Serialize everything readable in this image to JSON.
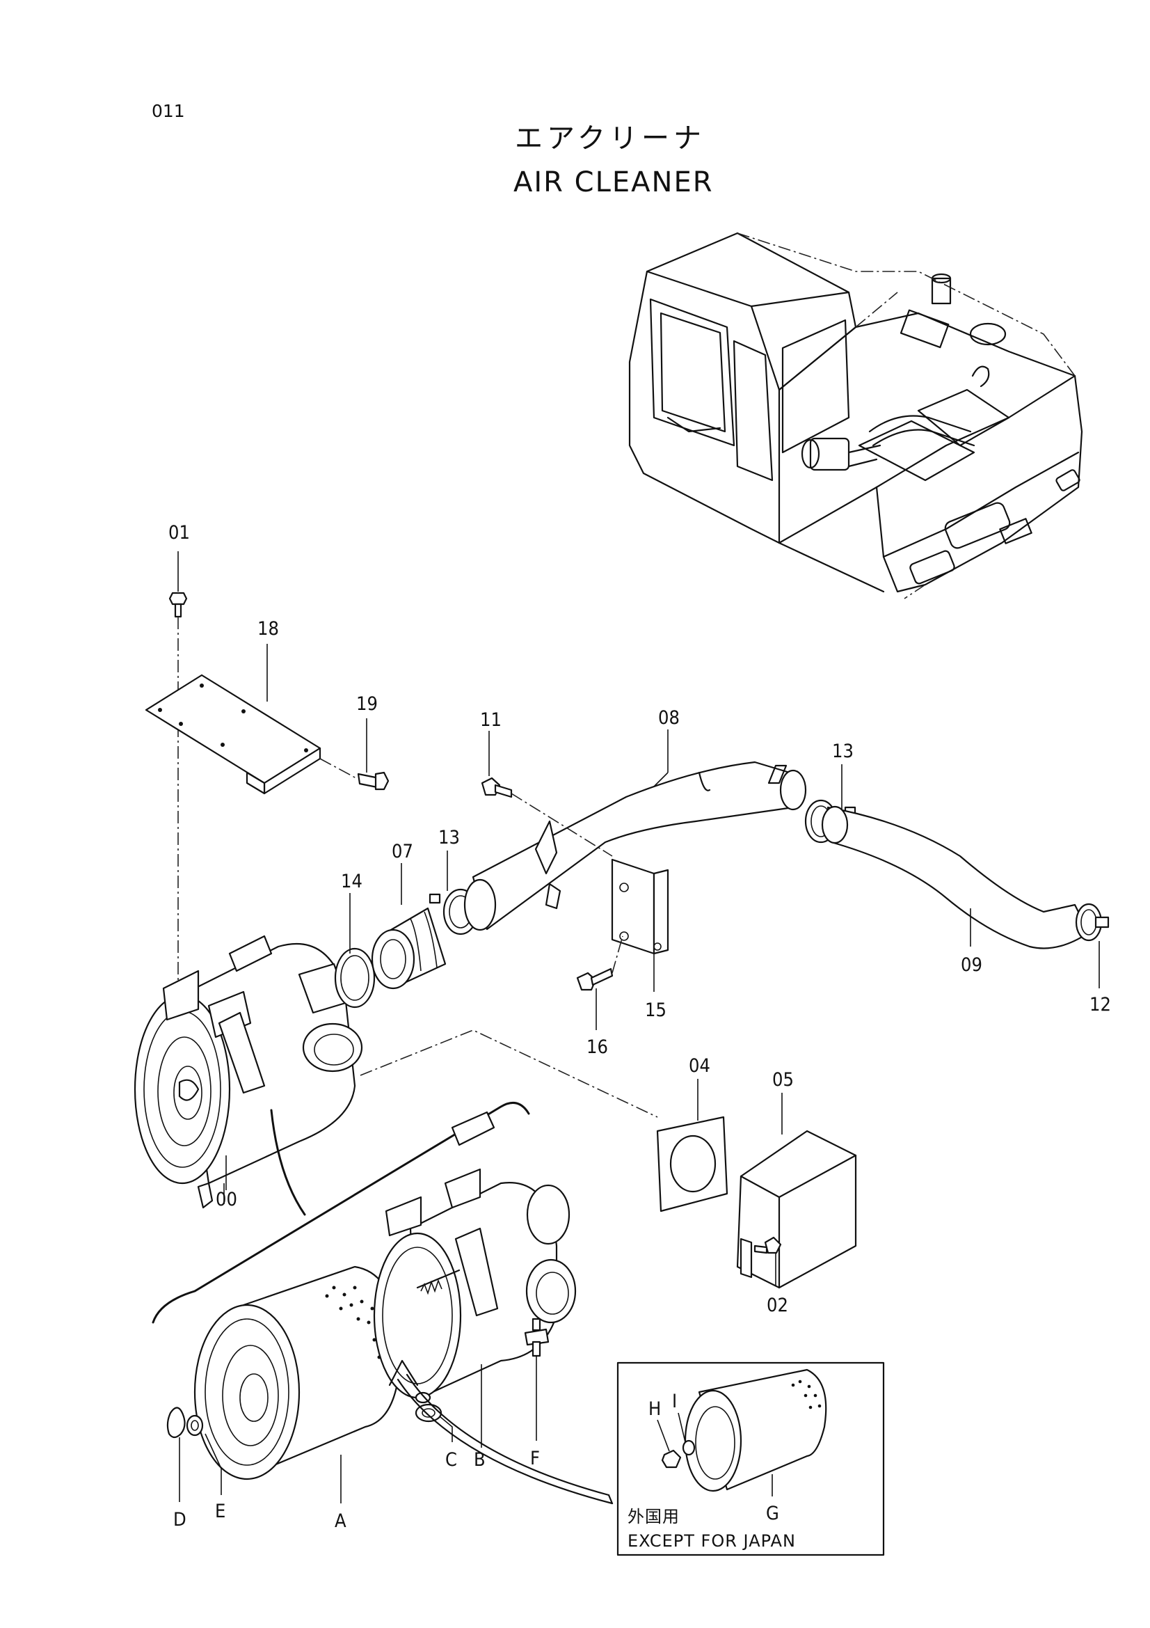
{
  "page_number": "011",
  "title_jp": "エアクリーナ",
  "title_en": "AIR CLEANER",
  "note_jp": "外国用",
  "note_en": "EXCEPT FOR JAPAN",
  "labels": {
    "p00": "00",
    "p01": "01",
    "p02": "02",
    "p04": "04",
    "p05": "05",
    "p07": "07",
    "p08": "08",
    "p09": "09",
    "p11": "11",
    "p12": "12",
    "p13a": "13",
    "p13b": "13",
    "p14": "14",
    "p15": "15",
    "p16": "16",
    "p18": "18",
    "p19": "19",
    "A": "A",
    "B": "B",
    "C": "C",
    "D": "D",
    "E": "E",
    "F": "F",
    "G": "G",
    "H": "H",
    "I": "I"
  }
}
